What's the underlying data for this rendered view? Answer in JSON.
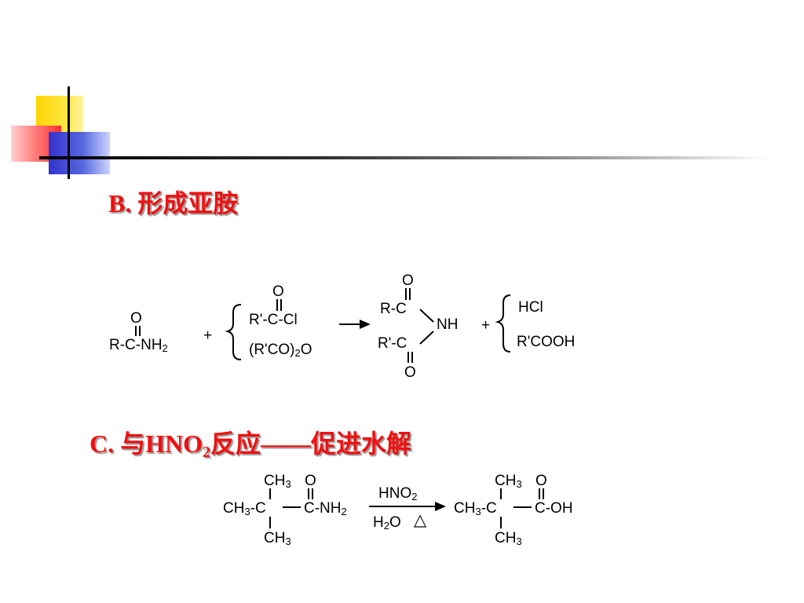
{
  "slide": {
    "heading_b": {
      "letter": "B.",
      "text": "形成亚胺"
    },
    "heading_c": {
      "letter": "C.",
      "pre": "与HNO",
      "sub": "2",
      "post": "反应——促进水解"
    }
  },
  "reaction_b": {
    "amide": {
      "o": "O",
      "main": "R-C-NH",
      "sub": "2"
    },
    "plus1": "+",
    "reagent1": "R'-C-Cl",
    "reagent1_o": "O",
    "reagent2_pre": "(R'CO)",
    "reagent2_sub": "2",
    "reagent2_post": "O",
    "imide_top_o": "O",
    "imide_top": "R-C",
    "imide_nh": "NH",
    "imide_bottom": "R'-C",
    "imide_bottom_o": "O",
    "plus2": "+",
    "byproduct1": "HCl",
    "byproduct2": "R'COOH"
  },
  "reaction_c": {
    "reactant": {
      "ch3_top": "CH",
      "ch3_top_sub": "3",
      "o": "O",
      "ch3_left": "CH",
      "ch3_left_sub": "3",
      "c_center": "-C",
      "amide": "C-NH",
      "amide_sub": "2",
      "ch3_bottom": "CH",
      "ch3_bottom_sub": "3"
    },
    "reagent_above": "HNO",
    "reagent_above_sub": "2",
    "reagent_below": "H",
    "reagent_below_sub": "2",
    "reagent_below_post": "O",
    "heat_symbol": "△",
    "product": {
      "ch3_top": "CH",
      "ch3_top_sub": "3",
      "o": "O",
      "ch3_left": "CH",
      "ch3_left_sub": "3",
      "c_center": "-C",
      "acid": "C-OH",
      "ch3_bottom": "CH",
      "ch3_bottom_sub": "3"
    }
  }
}
